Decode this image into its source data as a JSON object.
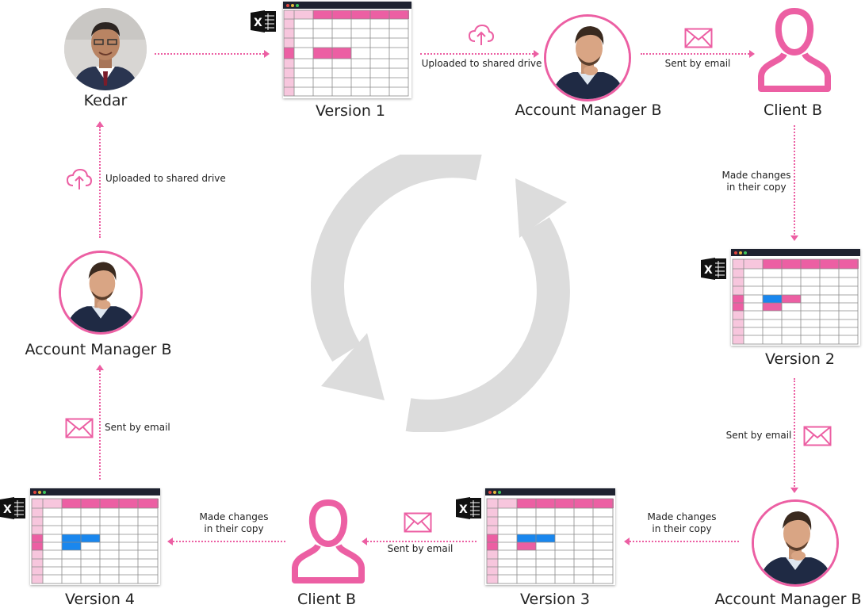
{
  "colors": {
    "accent": "#ec5fa3",
    "accent_light": "#f7c6dd",
    "edit_blue": "#1a87ee",
    "cycle_gray": "#dcdcdc",
    "titlebar": "#1e2230"
  },
  "nodes": {
    "kedar": "Kedar",
    "version1": "Version 1",
    "am_top": "Account Manager B",
    "client_top": "Client B",
    "version2": "Version 2",
    "am_bottom_right": "Account Manager B",
    "version3": "Version 3",
    "client_bottom": "Client B",
    "version4": "Version 4",
    "am_left": "Account Manager B"
  },
  "edges": {
    "kedar_to_v1": "",
    "v1_to_am": "Uploaded to shared drive",
    "am_to_client": "Sent by email",
    "client_to_v2": "Made changes\nin their copy",
    "v2_to_am": "Sent by email",
    "am_to_v3": "Made changes\nin their copy",
    "v3_to_client": "Sent by email",
    "client_to_v4": "Made changes\nin their copy",
    "v4_to_am": "Sent by email",
    "am_to_kedar": "Uploaded to shared drive"
  },
  "icons": {
    "upload": "cloud-upload-icon",
    "email": "envelope-icon",
    "excel": "excel-icon",
    "user": "user-outline-icon",
    "cycle": "refresh-cycle-icon"
  }
}
